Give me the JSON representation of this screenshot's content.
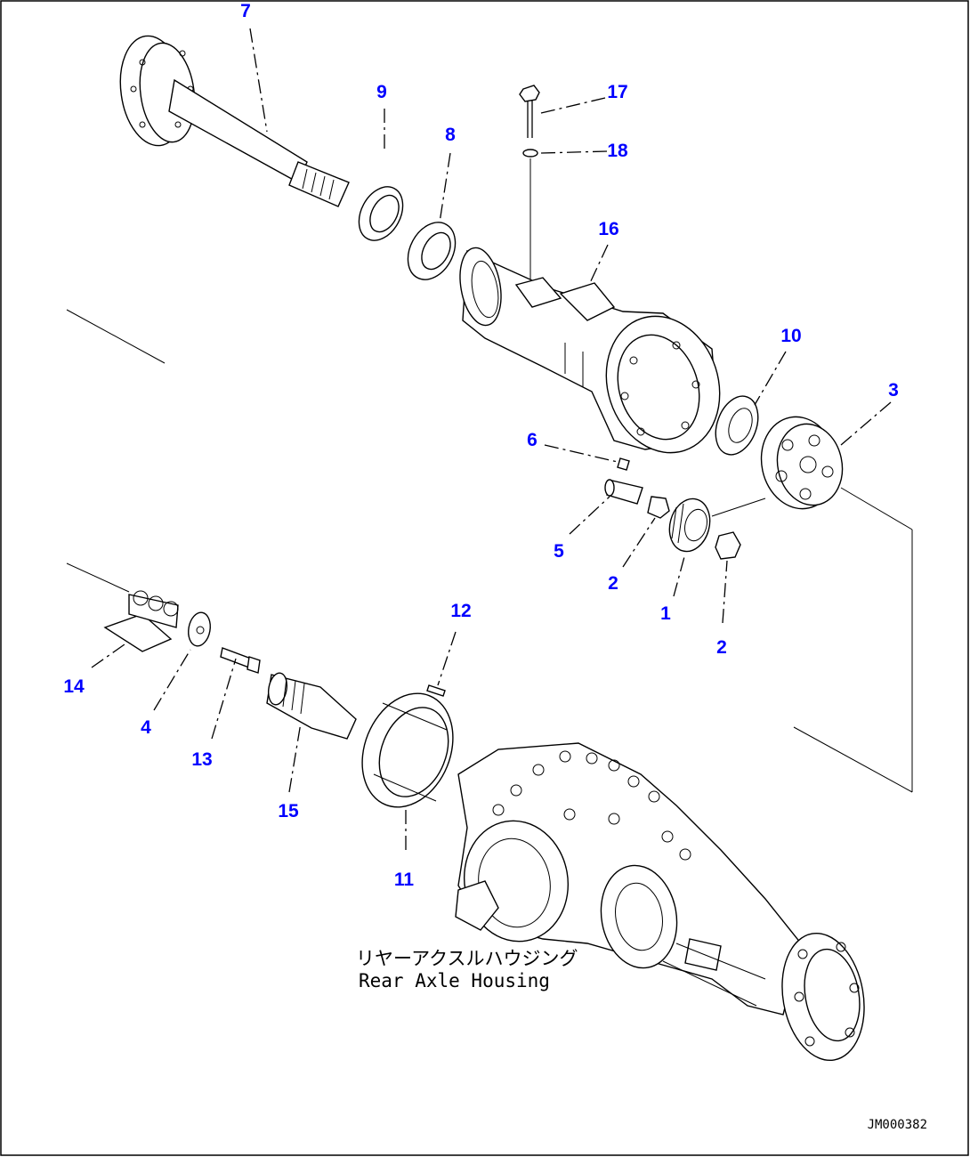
{
  "diagram": {
    "callouts": [
      "7",
      "9",
      "8",
      "17",
      "18",
      "16",
      "10",
      "3",
      "6",
      "5",
      "2",
      "1",
      "2",
      "14",
      "4",
      "13",
      "15",
      "12",
      "11"
    ],
    "caption_jp": "リヤーアクスルハウジング",
    "caption_en": "Rear Axle Housing",
    "reference_code": "JM000382",
    "colors": {
      "callout": "#0000ff",
      "linework": "#000000",
      "background": "#ffffff"
    }
  }
}
